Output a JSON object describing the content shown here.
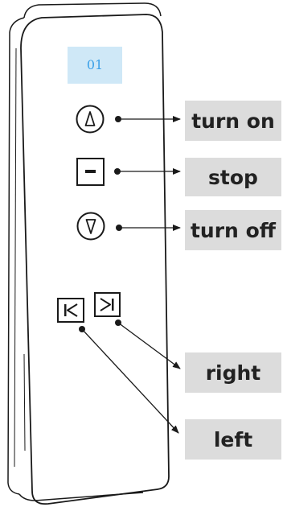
{
  "display": {
    "text": "01"
  },
  "labels": {
    "turn_on": "turn on",
    "stop": "stop",
    "turn_off": "turn off",
    "right": "right",
    "left": "left"
  },
  "colors": {
    "outline": "#1a1a1a",
    "label_bg": "#dcdcdc",
    "display_bg": "#cfe8f7",
    "display_text": "#3aa0e8"
  },
  "icons": {
    "up": "triangle-up-icon",
    "stop": "minus-icon",
    "down": "triangle-down-icon",
    "left": "skip-back-icon",
    "right": "skip-forward-icon"
  }
}
